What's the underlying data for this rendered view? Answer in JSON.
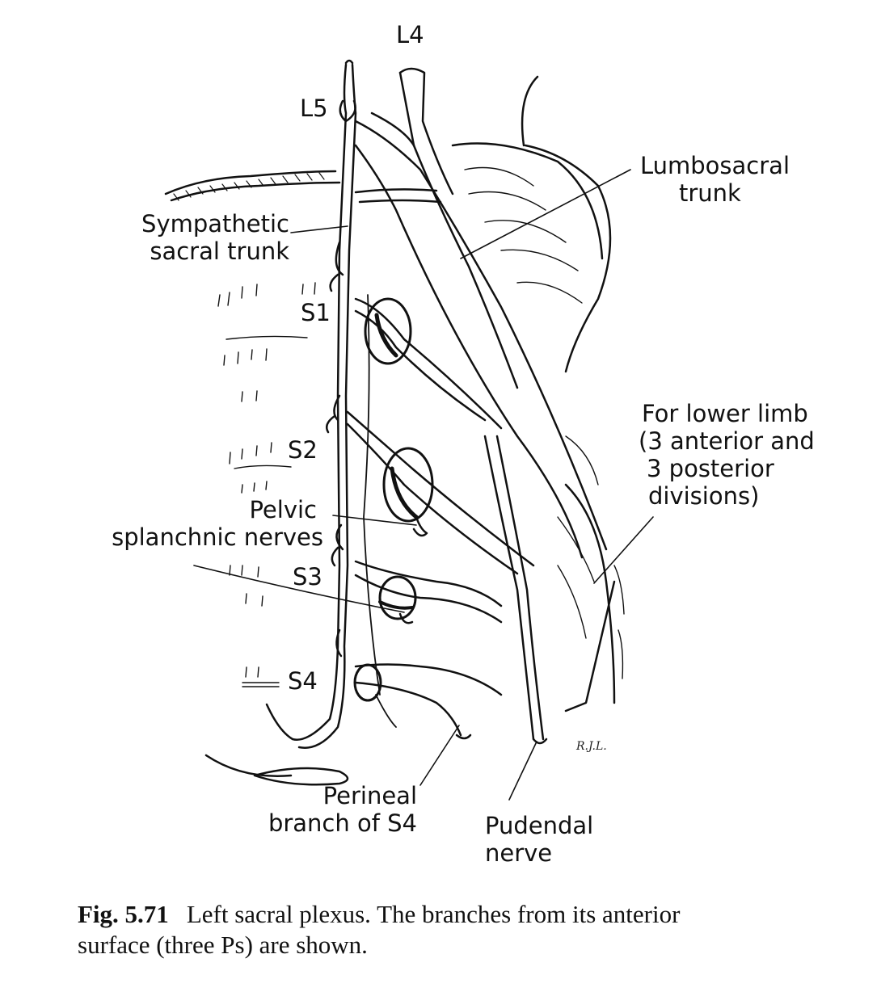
{
  "diagram": {
    "labels": {
      "l4": "L4",
      "l5": "L5",
      "s1": "S1",
      "s2": "S2",
      "s3": "S3",
      "s4": "S4",
      "lumbosacral_line1": "Lumbosacral",
      "lumbosacral_line2": "trunk",
      "sympathetic_line1": "Sympathetic",
      "sympathetic_line2": "sacral trunk",
      "lower_limb_line1": "For lower limb",
      "lower_limb_line2": "(3 anterior and",
      "lower_limb_line3": "3 posterior",
      "lower_limb_line4": "divisions)",
      "pelvic_line1": "Pelvic",
      "pelvic_line2": "splanchnic nerves",
      "perineal_line1": "Perineal",
      "perineal_line2": "branch of S4",
      "pudendal_line1": "Pudendal",
      "pudendal_line2": "nerve"
    },
    "artist_initials": "R.J.L."
  },
  "caption": {
    "figure_number": "Fig. 5.71",
    "text_line1": "Left sacral plexus. The branches from its anterior",
    "text_line2": "surface (three Ps) are shown."
  },
  "colors": {
    "ink": "#111111",
    "paper": "#ffffff"
  }
}
